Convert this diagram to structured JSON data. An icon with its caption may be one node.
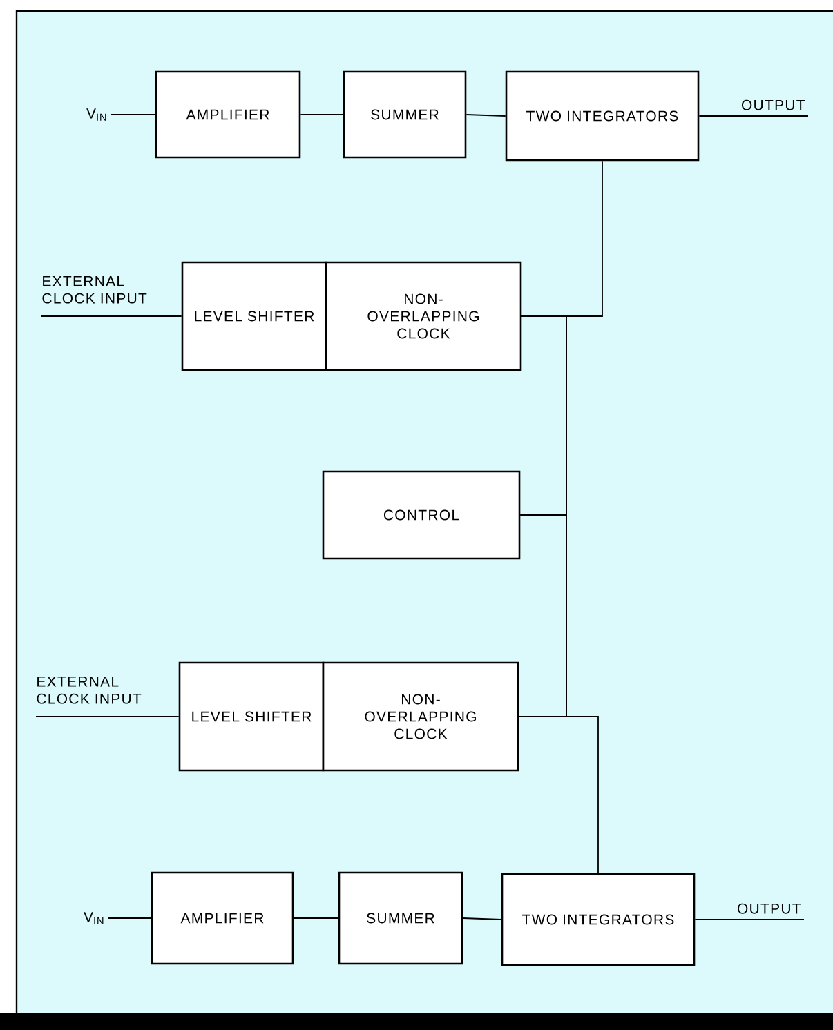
{
  "diagram": {
    "nodes": [
      {
        "text": [
          "V$_{IN}$"
        ]
      },
      {
        "text": [
          "AMPLIFIER"
        ]
      },
      {
        "text": [
          "SUMMER"
        ]
      },
      {
        "text": [
          "TWO INTEGRATORS"
        ]
      },
      {
        "text": [
          "OUTPUT"
        ]
      },
      {
        "text": [
          "EXTERNAL CLOCK INPUT"
        ]
      },
      {
        "text": [
          "LEVEL SHIFTER"
        ]
      },
      {
        "text": [
          "NON- OVERLAPPING CLOCK"
        ]
      },
      {
        "text": [
          "CONTROL"
        ]
      },
      {
        "text": [
          "EXTERNAL CLOCK INPUT"
        ]
      },
      {
        "text": [
          "LEVEL SHIFTER"
        ]
      },
      {
        "text": [
          "NON- OVERLAPPING CLOCK"
        ]
      },
      {
        "text": [
          "V$_{IN}$"
        ]
      },
      {
        "text": [
          "AMPLIFIER"
        ]
      },
      {
        "text": [
          "SUMMER"
        ]
      },
      {
        "text": [
          "TWO INTEGRATORS"
        ]
      },
      {
        "text": [
          "OUTPUT"
        ]
      }
    ],
    "edges": [
      {
        "from": 0,
        "to": 1,
        "arrow": "none"
      },
      {
        "from": 1,
        "to": 2,
        "arrow": "none"
      },
      {
        "from": 2,
        "to": 3,
        "arrow": "none"
      },
      {
        "from": 3,
        "to": 4,
        "arrow": "none"
      },
      {
        "from": 5,
        "to": 6,
        "arrow": "none"
      },
      {
        "from": 3,
        "to": 7,
        "arrow": "none"
      },
      {
        "from": 7,
        "to": 11,
        "arrow": "none"
      },
      {
        "from": 8,
        "to": 7,
        "arrow": "none"
      },
      {
        "from": 8,
        "to": 11,
        "arrow": "none"
      },
      {
        "from": 9,
        "to": 10,
        "arrow": "none"
      },
      {
        "from": 11,
        "to": 15,
        "arrow": "none"
      },
      {
        "from": 12,
        "to": 13,
        "arrow": "none"
      },
      {
        "from": 13,
        "to": 14,
        "arrow": "none"
      },
      {
        "from": 14,
        "to": 15,
        "arrow": "none"
      },
      {
        "from": 15,
        "to": 16,
        "arrow": "none"
      }
    ]
  }
}
